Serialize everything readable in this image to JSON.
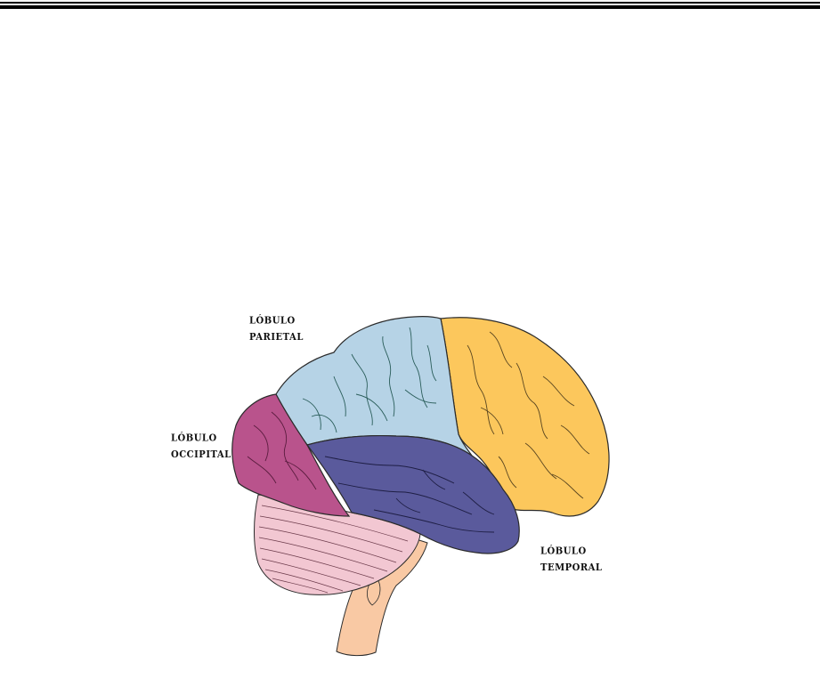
{
  "labels": {
    "parietal": {
      "line1": "LÓBULO",
      "line2": "PARIETAL"
    },
    "occipital": {
      "line1": "LÓBULO",
      "line2": "OCCIPITAL"
    },
    "temporal": {
      "line1": "LÓBULO",
      "line2": "TEMPORAL"
    }
  },
  "colors": {
    "parietal": "#b6d3e6",
    "frontal": "#fcc75c",
    "occipital": "#b9538c",
    "temporal": "#5a5a9c",
    "cerebellum": "#f2c7d2",
    "brainstem": "#f9c9a4",
    "outline": "#2a2a2a",
    "rule": "#000000"
  }
}
